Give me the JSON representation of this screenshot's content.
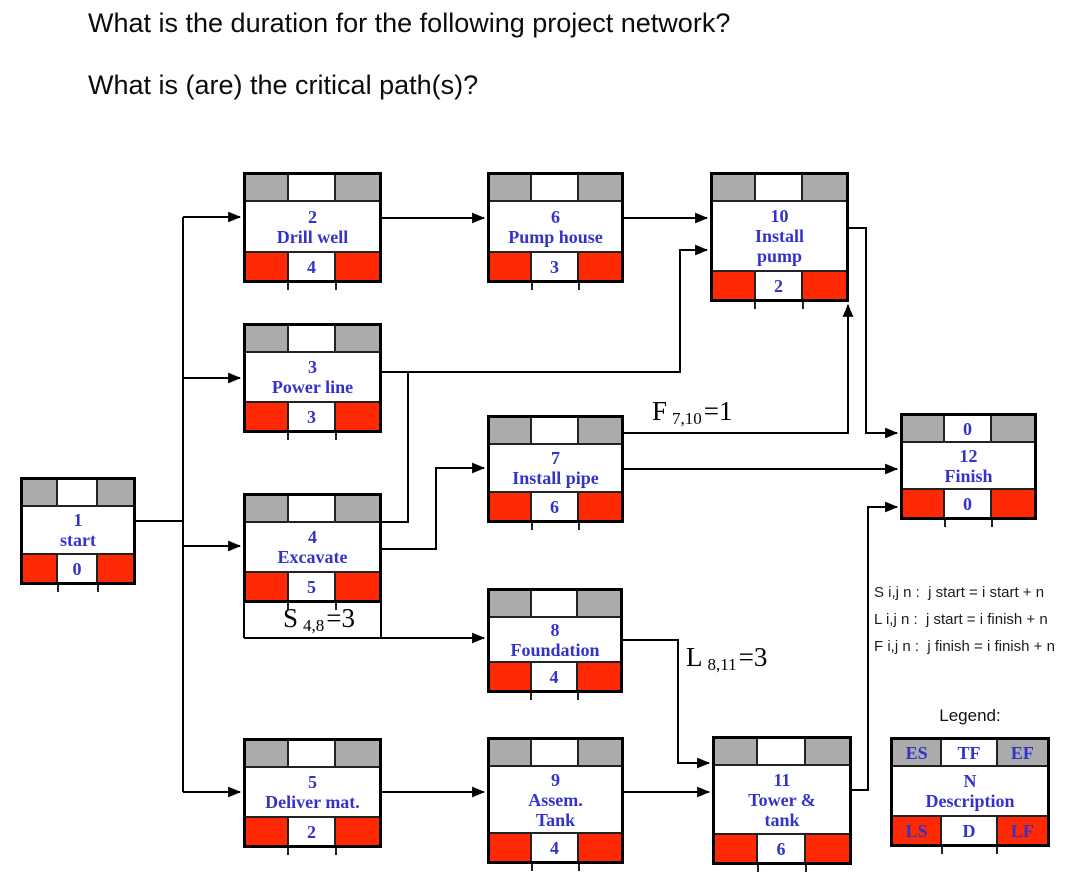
{
  "title": {
    "line1": "What is the duration for the following project network?",
    "line2": "What is (are) the critical path(s)?"
  },
  "nodes": [
    {
      "key": "start",
      "number": "1",
      "description": "start",
      "tf": "",
      "duration": "0"
    },
    {
      "key": "drill-well",
      "number": "2",
      "description": "Drill well",
      "tf": "",
      "duration": "4"
    },
    {
      "key": "power-line",
      "number": "3",
      "description": "Power line",
      "tf": "",
      "duration": "3"
    },
    {
      "key": "excavate",
      "number": "4",
      "description": "Excavate",
      "tf": "",
      "duration": "5"
    },
    {
      "key": "deliver-mat",
      "number": "5",
      "description": "Deliver mat.",
      "tf": "",
      "duration": "2"
    },
    {
      "key": "pump-house",
      "number": "6",
      "description": "Pump house",
      "tf": "",
      "duration": "3"
    },
    {
      "key": "install-pipe",
      "number": "7",
      "description": "Install pipe",
      "tf": "",
      "duration": "6"
    },
    {
      "key": "foundation",
      "number": "8",
      "description": "Foundation",
      "tf": "",
      "duration": "4"
    },
    {
      "key": "assem-tank",
      "number": "9",
      "description": "Assem.\nTank",
      "tf": "",
      "duration": "4"
    },
    {
      "key": "install-pump",
      "number": "10",
      "description": "Install\npump",
      "tf": "",
      "duration": "2"
    },
    {
      "key": "tower-tank",
      "number": "11",
      "description": "Tower &\ntank",
      "tf": "",
      "duration": "6"
    },
    {
      "key": "finish",
      "number": "12",
      "description": "Finish",
      "tf": "0",
      "duration": "0"
    }
  ],
  "edge_labels": [
    {
      "letter": "F",
      "subscript": "7,10",
      "value": "=1"
    },
    {
      "letter": "S",
      "subscript": "4,8",
      "value": "=3"
    },
    {
      "letter": "L",
      "subscript": "8,11",
      "value": "=3"
    }
  ],
  "notes": [
    "S i,j n :  j start = i start + n",
    "L i,j n :  j start = i finish + n",
    "F i,j n :  j finish = i finish + n"
  ],
  "legend": {
    "title": "Legend:",
    "es": "ES",
    "tf": "TF",
    "ef": "EF",
    "n": "N",
    "description": "Description",
    "ls": "LS",
    "d": "D",
    "lf": "LF"
  },
  "colors": {
    "node_gray": "#ababab",
    "node_red": "#ff2a04",
    "node_text_blue": "#3333cc",
    "line_black": "#000000"
  }
}
